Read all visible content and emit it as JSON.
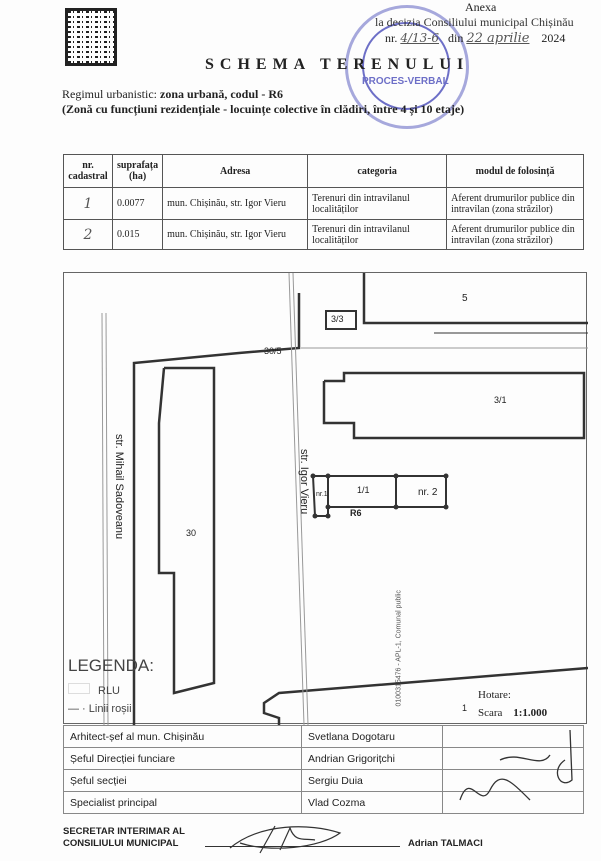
{
  "header": {
    "anexa": "Anexa",
    "decizia": "la decizia Consiliului municipal Chișinău",
    "nr_label": "nr.",
    "nr_value": "4/13-6",
    "din_label": "din",
    "date_hand": "22 aprilie",
    "year": "2024",
    "stamp_text": "PROCES-VERBAL",
    "title": "SCHEMA TERENULUI",
    "regim_label": "Regimul urbanistic:",
    "regim_value": "zona urbană, codul - R6",
    "regim_desc": "(Zonă cu funcțiuni rezidențiale - locuințe colective în clădiri, între 4 și 10 etaje)"
  },
  "table": {
    "headers": [
      "nr. cadastral",
      "suprafața (ha)",
      "Adresa",
      "categoria",
      "modul de folosință"
    ],
    "rows": [
      [
        "1",
        "0.0077",
        "mun. Chișinău, str. Igor Vieru",
        "Terenuri din intravilanul localităților",
        "Aferent drumurilor publice din intravilan (zona străzilor)"
      ],
      [
        "2",
        "0.015",
        "mun. Chișinău, str. Igor Vieru",
        "Terenuri din intravilanul localităților",
        "Aferent drumurilor publice din intravilan (zona străzilor)"
      ]
    ]
  },
  "map": {
    "labels": {
      "l5": "5",
      "l33": "3/3",
      "l305": "30/5",
      "l31": "3/1",
      "l30": "30",
      "l11": "1/1",
      "r6": "R6",
      "nr1": "nr.1",
      "nr2": "nr. 2",
      "l1": "1",
      "street1": "str. Mihail Sadoveanu",
      "street2": "str. Igor Vieru",
      "code": "0100315476 - APL-1, Comunal public"
    },
    "legend": {
      "title": "LEGENDA:",
      "rlu": "RLU",
      "linii": "Linii roșii"
    },
    "hotare": "Hotare:",
    "scara_label": "Scara",
    "scara_value": "1:1.000"
  },
  "signatures": [
    [
      "Arhitect-șef al mun. Chișinău",
      "Svetlana Dogotaru"
    ],
    [
      "Șeful Direcției funciare",
      "Andrian Grigorițchi"
    ],
    [
      "Șeful secției",
      "Sergiu Duia"
    ],
    [
      "Specialist principal",
      "Vlad Cozma"
    ]
  ],
  "secretar": {
    "title1": "SECRETAR INTERIMAR AL",
    "title2": "CONSILIULUI MUNICIPAL",
    "name": "Adrian TALMACI"
  }
}
